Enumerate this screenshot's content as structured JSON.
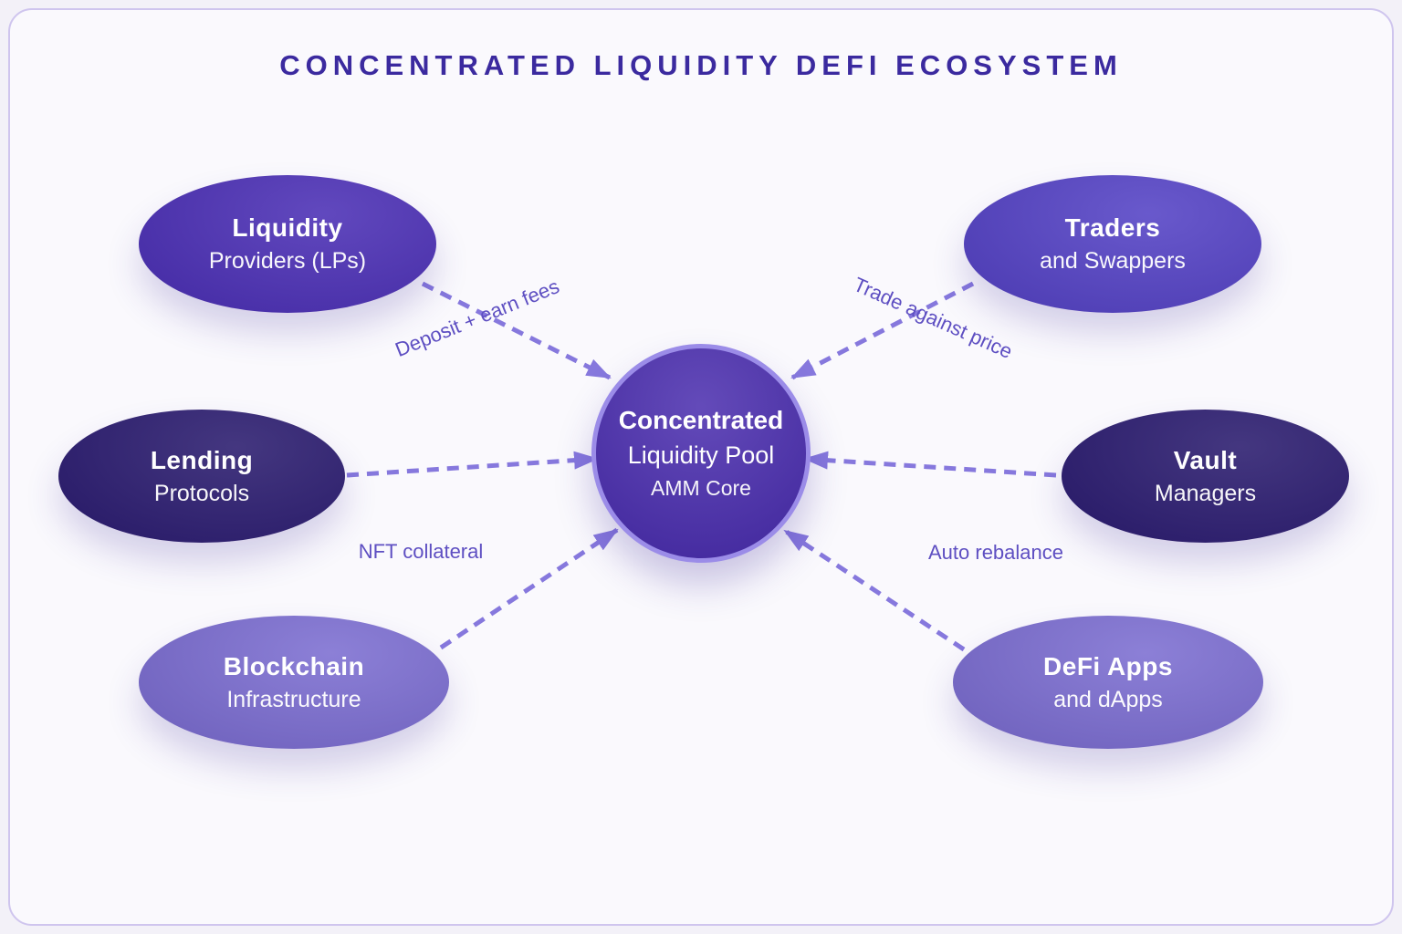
{
  "title": "CONCENTRATED LIQUIDITY DEFI ECOSYSTEM",
  "center": {
    "line1": "Concentrated",
    "line2": "Liquidity Pool",
    "line3": "AMM Core"
  },
  "nodes": [
    {
      "id": "liquidity-providers",
      "line1": "Liquidity",
      "line2": "Providers (LPs)",
      "color": "#4b2fb5"
    },
    {
      "id": "traders",
      "line1": "Traders",
      "line2": "and Swappers",
      "color": "#5442c5"
    },
    {
      "id": "lending-protocols",
      "line1": "Lending",
      "line2": "Protocols",
      "color": "#2a1b6e"
    },
    {
      "id": "vault-managers",
      "line1": "Vault",
      "line2": "Managers",
      "color": "#2a1b6e"
    },
    {
      "id": "blockchain-infra",
      "line1": "Blockchain",
      "line2": "Infrastructure",
      "color": "#7c6ed1"
    },
    {
      "id": "defi-apps",
      "line1": "DeFi Apps",
      "line2": "and dApps",
      "color": "#7c6ed1"
    }
  ],
  "edge_labels": {
    "deposit": "Deposit + earn fees",
    "trade": "Trade against price",
    "nft": "NFT collateral",
    "rebalance": "Auto rebalance"
  },
  "colors": {
    "background": "#f3f1f8",
    "card_bg": "#faf9fd",
    "card_border": "#cfc5ee",
    "title": "#3b2a9f",
    "arrow": "#8678dd",
    "edge_label": "#5e4fc2",
    "center_fill": "#4a2dae",
    "center_ring": "#9b8ce8",
    "node_text": "#ffffff"
  }
}
